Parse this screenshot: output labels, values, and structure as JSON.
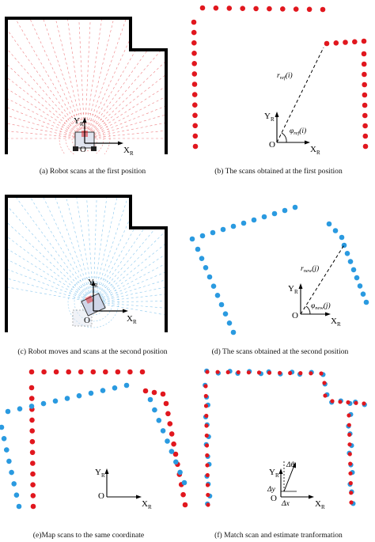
{
  "captions": {
    "a": "(a) Robot scans at the first position",
    "b": "(b) The scans obtained at the first position",
    "c": "(c) Robot moves and scans at the second position",
    "d": "(d) The scans obtained at the second position",
    "e": "(e)Map scans to the same coordinate",
    "f": "(f) Match scan and estimate tranformation"
  },
  "axes": {
    "y": "Y",
    "x": "X",
    "sub": "R",
    "origin": "O"
  },
  "labels": {
    "r_ref": "r",
    "r_ref_sub": "ref",
    "r_ref_arg": "(i)",
    "phi_ref": "φ",
    "phi_ref_sub": "ref",
    "phi_ref_arg": "(i)",
    "r_new": "r",
    "r_new_sub": "new",
    "r_new_arg": "(j)",
    "phi_new": "φ",
    "phi_new_sub": "new",
    "phi_new_arg": "(j)",
    "delta_theta": "Δθ",
    "delta_y": "Δy",
    "delta_x": "Δx"
  },
  "colors": {
    "ref_scan": "#e1171e",
    "new_scan": "#2a9ae0",
    "wall": "#000000"
  }
}
